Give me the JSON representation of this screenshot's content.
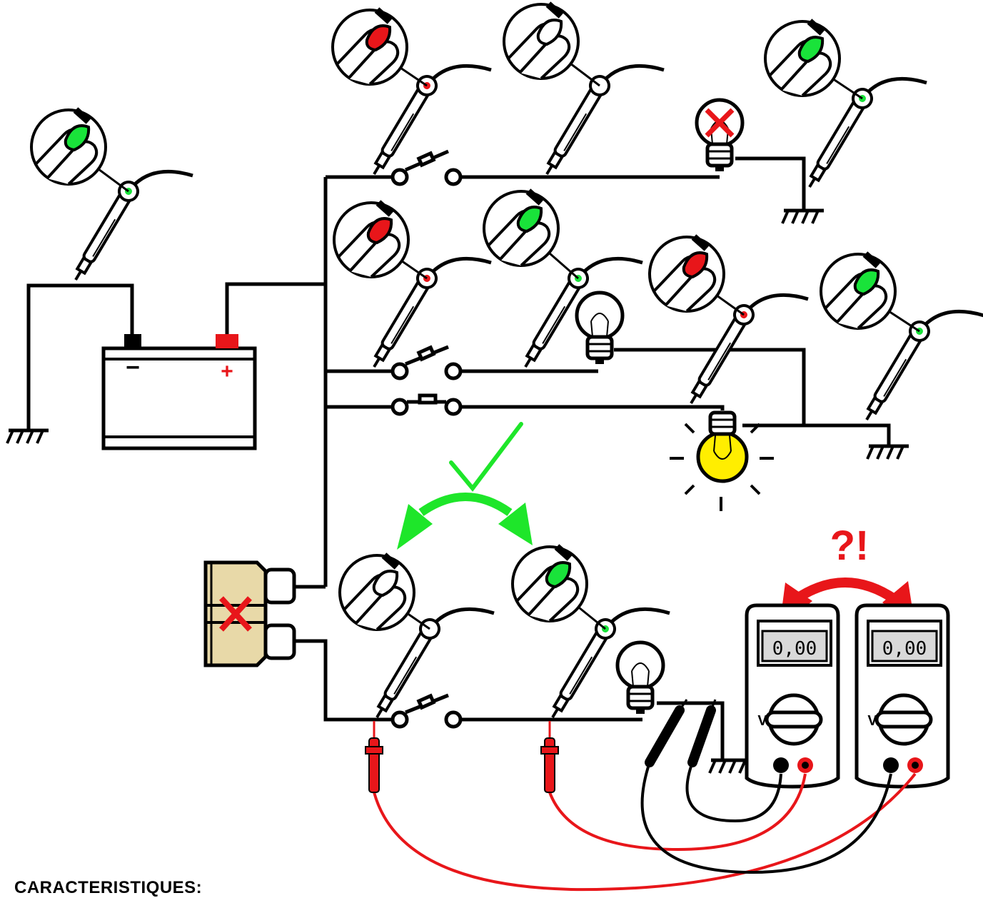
{
  "caption": "CARACTERISTIQUES:",
  "battery": {
    "minus_sign": "−",
    "plus_sign": "+"
  },
  "multimeters": [
    {
      "reading": "0,00",
      "mode_label": "V"
    },
    {
      "reading": "0,00",
      "mode_label": "V"
    }
  ],
  "annotation": {
    "question": "?!"
  },
  "colors": {
    "wire": "#000000",
    "probe_lit": "#19e33a",
    "probe_unlit": "#e8161a",
    "fuse_body": "#e8d9a8",
    "bulb_lit": "#ffee00",
    "ok_arrow": "#1ee62a",
    "alert_arrow": "#e8161a",
    "lead_red": "#e8161a",
    "lead_black": "#000000"
  },
  "probes": [
    {
      "id": "p-battery-neg",
      "tip_state": "lit"
    },
    {
      "id": "p-sw1-in",
      "tip_state": "unlit"
    },
    {
      "id": "p-sw1-out",
      "tip_state": "off"
    },
    {
      "id": "p-ground-1",
      "tip_state": "lit"
    },
    {
      "id": "p-sw2-in",
      "tip_state": "unlit"
    },
    {
      "id": "p-sw2-out",
      "tip_state": "lit"
    },
    {
      "id": "p-lamp2-out",
      "tip_state": "unlit"
    },
    {
      "id": "p-ground-2",
      "tip_state": "lit"
    },
    {
      "id": "p-fuse-out",
      "tip_state": "off"
    },
    {
      "id": "p-sw4-out",
      "tip_state": "lit"
    }
  ]
}
